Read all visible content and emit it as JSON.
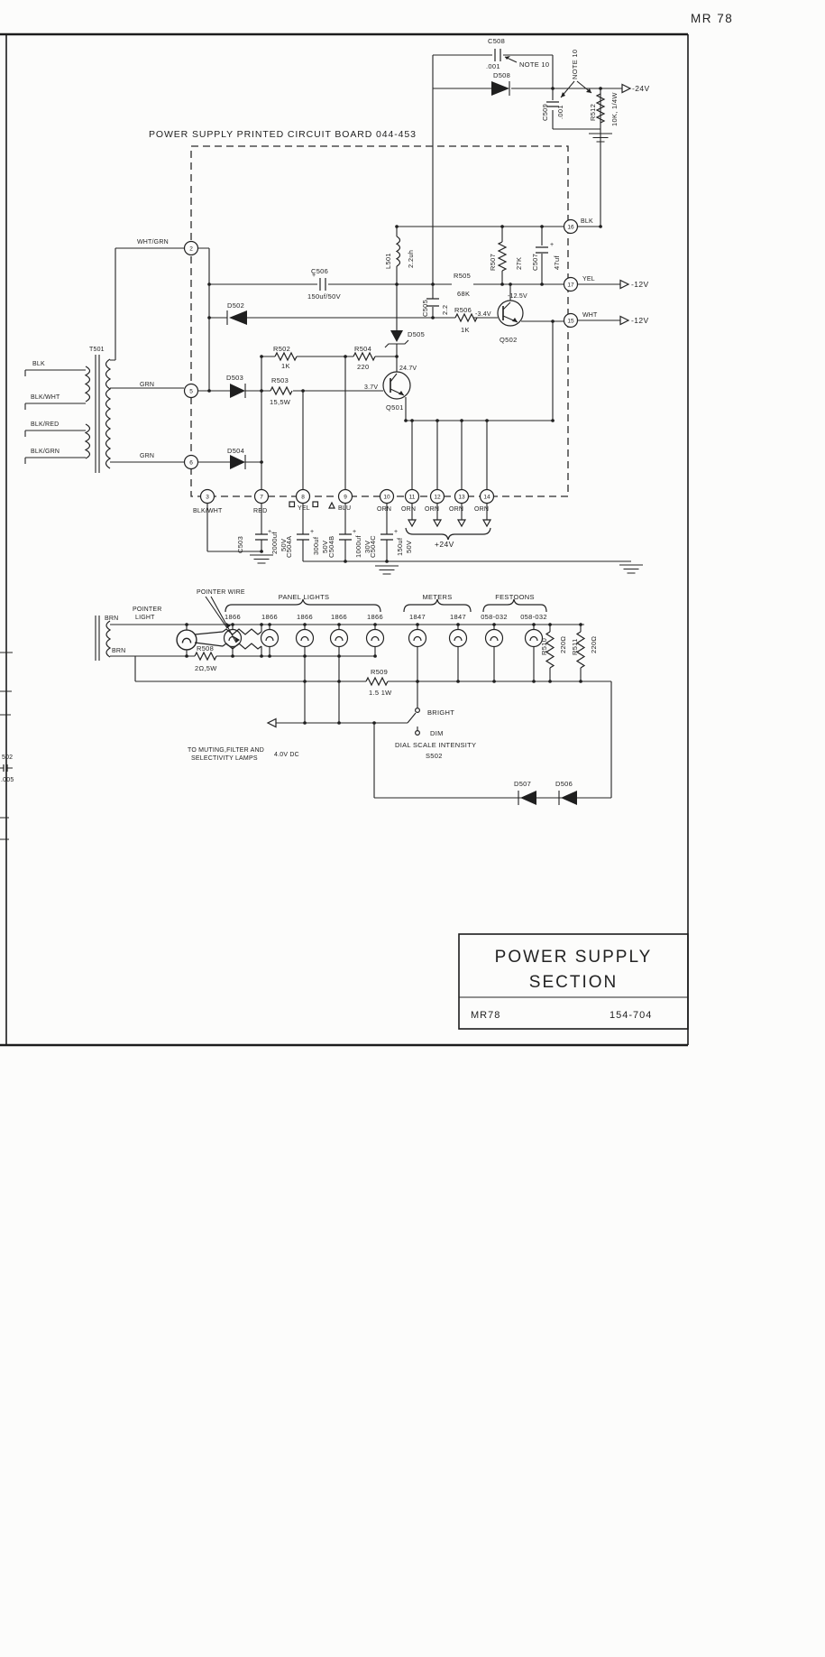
{
  "sheet": {
    "code": "MR 78"
  },
  "board": {
    "title": "POWER SUPPLY PRINTED CIRCUIT BOARD 044-453"
  },
  "title_block": {
    "line1": "POWER SUPPLY",
    "line2": "SECTION",
    "doc_left": "MR78",
    "doc_right": "154-704"
  },
  "outputs": {
    "neg24": "-24V",
    "neg12_a": "-12V",
    "neg12_b": "-12V",
    "plus24": "+24V",
    "lamp_feed": "4.0V DC"
  },
  "notes": {
    "note10_a": "NOTE 10",
    "note10_b": "NOTE 10",
    "muting1": "TO MUTING,FILTER AND",
    "muting2": "SELECTIVITY LAMPS"
  },
  "polarity": "+",
  "transformer": {
    "ref": "T501",
    "p1": "BLK",
    "p2": "BLK/WHT",
    "p3": "BLK/RED",
    "p4": "BLK/GRN",
    "brn_top": "BRN",
    "brn_bot": "BRN"
  },
  "terminals": {
    "t2": "2",
    "t3": "3",
    "t5": "5",
    "t6": "6",
    "t7": "7",
    "t8": "8",
    "t9": "9",
    "t10": "10",
    "t11": "11",
    "t12": "12",
    "t13": "13",
    "t14": "14",
    "t15": "15",
    "t16": "16",
    "t17": "17",
    "c2": "WHT/GRN",
    "c3": "BLK/WHT",
    "c5": "GRN",
    "c6": "GRN",
    "c7": "RED",
    "c8": "YEL",
    "c9": "BLU",
    "c10": "ORN",
    "c11": "ORN",
    "c12": "ORN",
    "c13": "ORN",
    "c14": "ORN",
    "c15": "WHT",
    "c16": "BLK",
    "c17": "YEL"
  },
  "components": {
    "c502": {
      "ref": "502",
      "val": ".005"
    },
    "c503": {
      "ref": "C503",
      "val": "2000uf",
      "volt": "50V"
    },
    "c504a": {
      "ref": "C504A",
      "val": "300uf",
      "volt": "50V"
    },
    "c504b": {
      "ref": "C504B",
      "val": "1000uf",
      "volt": "30V"
    },
    "c504c": {
      "ref": "C504C",
      "val": "150uf",
      "volt": "50V"
    },
    "c505": {
      "ref": "C505",
      "val": "2.2"
    },
    "c506": {
      "ref": "C506",
      "val": "150uf/50V"
    },
    "c507": {
      "ref": "C507",
      "val": "47uf"
    },
    "c508": {
      "ref": "C508",
      "val": ".001"
    },
    "c509": {
      "ref": "C509",
      "val": ".001"
    },
    "d502": {
      "ref": "D502"
    },
    "d503": {
      "ref": "D503"
    },
    "d504": {
      "ref": "D504"
    },
    "d505": {
      "ref": "D505"
    },
    "d506": {
      "ref": "D506"
    },
    "d507": {
      "ref": "D507"
    },
    "d508": {
      "ref": "D508"
    },
    "l501": {
      "ref": "L501",
      "val": "2.2uh"
    },
    "q501": {
      "ref": "Q501"
    },
    "q502": {
      "ref": "Q502"
    },
    "r502": {
      "ref": "R502",
      "val": "1K"
    },
    "r503": {
      "ref": "R503",
      "val": "15,5W"
    },
    "r504": {
      "ref": "R504",
      "val": "220"
    },
    "r505": {
      "ref": "R505",
      "val": "68K"
    },
    "r506": {
      "ref": "R506",
      "val": "1K"
    },
    "r507": {
      "ref": "R507",
      "val": "27K"
    },
    "r508": {
      "ref": "R508",
      "val": "2Ω,5W"
    },
    "r509": {
      "ref": "R509",
      "val": "1.5  1W"
    },
    "r510": {
      "ref": "R510",
      "val": "220Ω"
    },
    "r511": {
      "ref": "R511",
      "val": "220Ω"
    },
    "r512": {
      "ref": "R512",
      "val": "10K, 1/4W"
    }
  },
  "voltages": {
    "v_q502_c": "-12.5V",
    "v_q502_b": "-3.4V",
    "v_zener": "24.7V",
    "v_q501": "3.7V"
  },
  "lamps": {
    "pointer1": "POINTER",
    "pointer2": "LIGHT",
    "pointer_wire": "POINTER WIRE",
    "group_panel": "PANEL LIGHTS",
    "group_meters": "METERS",
    "group_festoons": "FESTOONS",
    "panel_values": [
      "1866",
      "1866",
      "1866",
      "1866",
      "1866"
    ],
    "meter_values": [
      "1847",
      "1847"
    ],
    "festoon_values": [
      "058-032",
      "058-032"
    ]
  },
  "dimmer": {
    "bright": "BRIGHT",
    "dim": "DIM",
    "label": "DIAL SCALE INTENSITY",
    "ref": "S502"
  }
}
